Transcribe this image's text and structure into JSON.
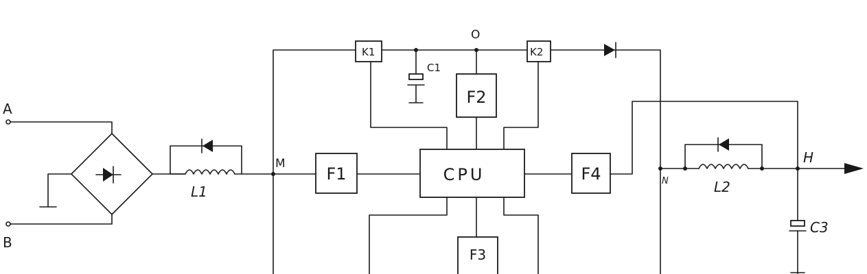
{
  "diagram": {
    "labels": {
      "terminal_a": "A",
      "terminal_b": "B",
      "inductor_1": "L1",
      "inductor_2": "L2",
      "node_m": "M",
      "node_n": "N",
      "node_o": "O",
      "node_h": "H",
      "capacitor_1": "C1",
      "capacitor_3": "C3",
      "relay_1": "K1",
      "relay_2": "K2"
    },
    "blocks": {
      "cpu": "CPU",
      "f1": "F1",
      "f2": "F2",
      "f3": "F3",
      "f4": "F4"
    }
  }
}
